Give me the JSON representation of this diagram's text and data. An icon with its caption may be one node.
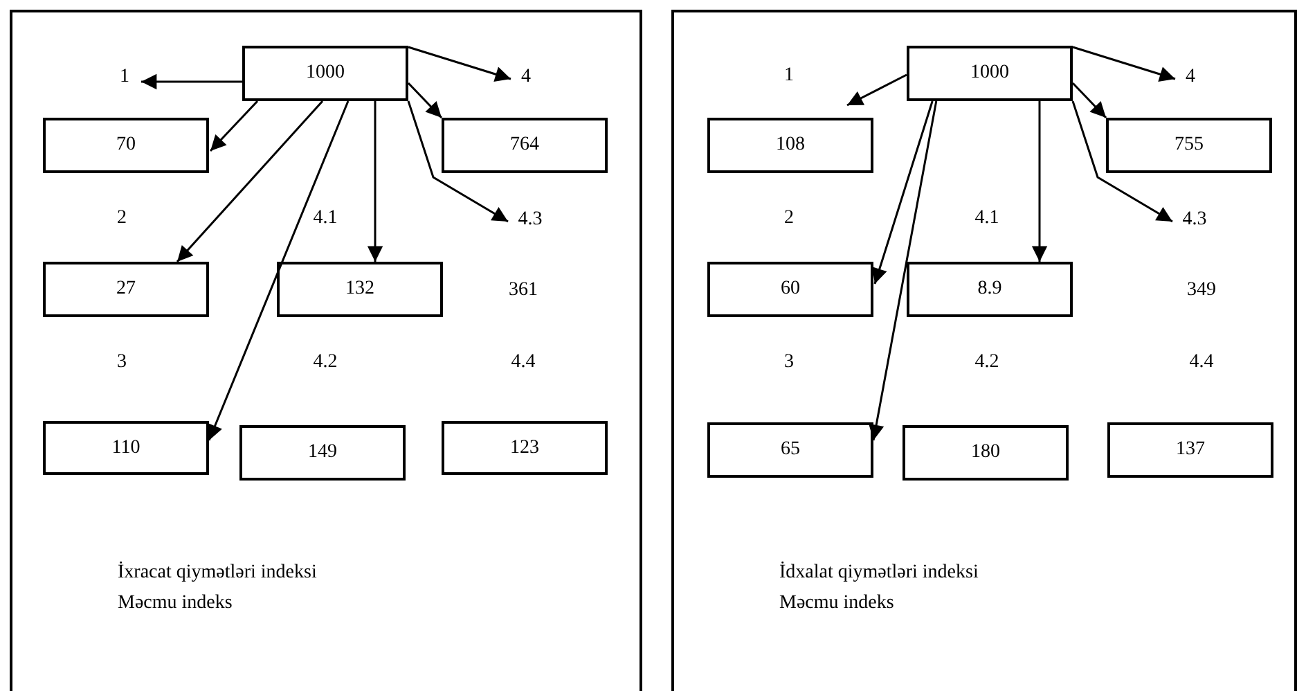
{
  "diagram": {
    "nodes": [
      {
        "text": [
          "İxracat qiymətləri indeksi",
          "Məcmu indeks"
        ]
      },
      {
        "text": [
          "1000"
        ],
        "in": 0
      },
      {
        "text": [
          "1"
        ],
        "in": 0
      },
      {
        "text": [
          "4"
        ],
        "in": 0
      },
      {
        "text": [
          "70"
        ],
        "in": 0
      },
      {
        "text": [
          "764"
        ],
        "in": 0
      },
      {
        "text": [
          "4.3"
        ],
        "in": 0
      },
      {
        "text": [
          "27"
        ],
        "in": 0
      },
      {
        "text": [
          "132"
        ],
        "in": 0
      },
      {
        "text": [
          "110"
        ],
        "in": 0
      },
      {
        "text": [
          "149"
        ],
        "in": 0
      },
      {
        "text": [
          "123"
        ],
        "in": 0
      },
      {
        "text": [
          "İdxalat qiymətləri indeksi",
          "Məcmu indeks"
        ]
      },
      {
        "text": [
          "1000"
        ],
        "in": 12
      },
      {
        "text": [
          "4"
        ],
        "in": 12
      },
      {
        "text": [
          "108"
        ],
        "in": 12
      },
      {
        "text": [
          "755"
        ],
        "in": 12
      },
      {
        "text": [
          "4.3"
        ],
        "in": 12
      },
      {
        "text": [
          "60"
        ],
        "in": 12
      },
      {
        "text": [
          "8.9"
        ],
        "in": 12
      },
      {
        "text": [
          "65"
        ],
        "in": 12
      },
      {
        "text": [
          "180"
        ],
        "in": 12
      },
      {
        "text": [
          "137"
        ],
        "in": 12
      }
    ],
    "edges": [
      {
        "from": 1,
        "to": 2,
        "arrow": "to"
      },
      {
        "from": 1,
        "to": 4,
        "arrow": "to"
      },
      {
        "from": 1,
        "to": 7,
        "arrow": "to"
      },
      {
        "from": 1,
        "to": 9,
        "arrow": "to"
      },
      {
        "from": 1,
        "to": 8,
        "arrow": "to"
      },
      {
        "from": 1,
        "to": 3,
        "arrow": "to"
      },
      {
        "from": 1,
        "to": 5,
        "arrow": "to"
      },
      {
        "from": 1,
        "to": 6,
        "arrow": "to"
      },
      {
        "from": 13,
        "to": 15,
        "arrow": "to"
      },
      {
        "from": 13,
        "to": 18,
        "arrow": "to"
      },
      {
        "from": 13,
        "to": 20,
        "arrow": "to"
      },
      {
        "from": 13,
        "to": 19,
        "arrow": "to"
      },
      {
        "from": 13,
        "to": 14,
        "arrow": "to"
      },
      {
        "from": 13,
        "to": 16,
        "arrow": "to"
      },
      {
        "from": 13,
        "to": 17,
        "arrow": "to"
      }
    ],
    "labels": [
      "2",
      "4.1",
      "361",
      "3",
      "4.2",
      "4.4",
      "1",
      "2",
      "4.1",
      "349",
      "3",
      "4.2",
      "4.4"
    ]
  }
}
